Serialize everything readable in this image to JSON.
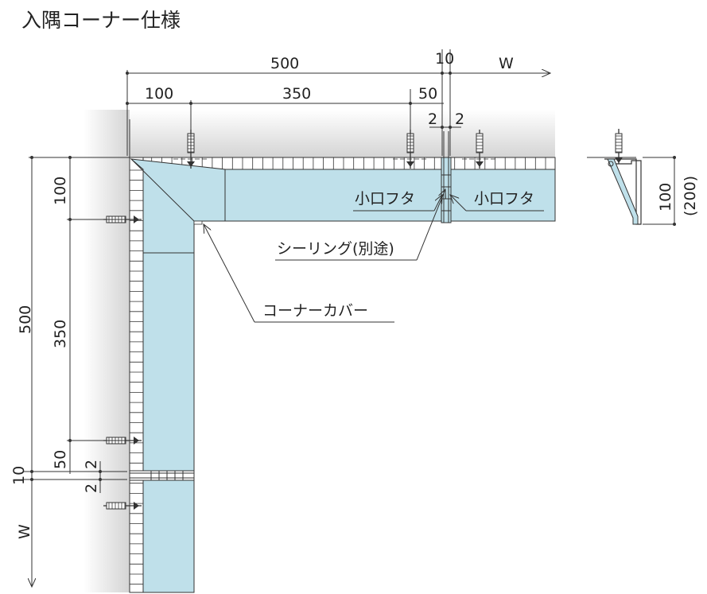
{
  "title": "入隅コーナー仕様",
  "dimensions_top": {
    "total": "500",
    "joint": "10",
    "continue": "W",
    "first": "100",
    "middle": "350",
    "last": "50",
    "gap_left": "2",
    "gap_right": "2"
  },
  "dimensions_left": {
    "total": "500",
    "first": "100",
    "middle": "350",
    "last": "50",
    "joint": "10",
    "gap_top": "2",
    "gap_bottom": "2",
    "continue": "W"
  },
  "labels": {
    "end_cap_left": "小口フタ",
    "end_cap_right": "小口フタ",
    "sealing": "シーリング(別途)",
    "corner_cover": "コーナーカバー"
  },
  "section": {
    "height": "100",
    "height_alt": "(200)"
  },
  "colors": {
    "panel_fill": "#bfe0ea",
    "edge_fill": "#ffffff",
    "line": "#333333",
    "wall_shade": "#d6d6d6"
  }
}
